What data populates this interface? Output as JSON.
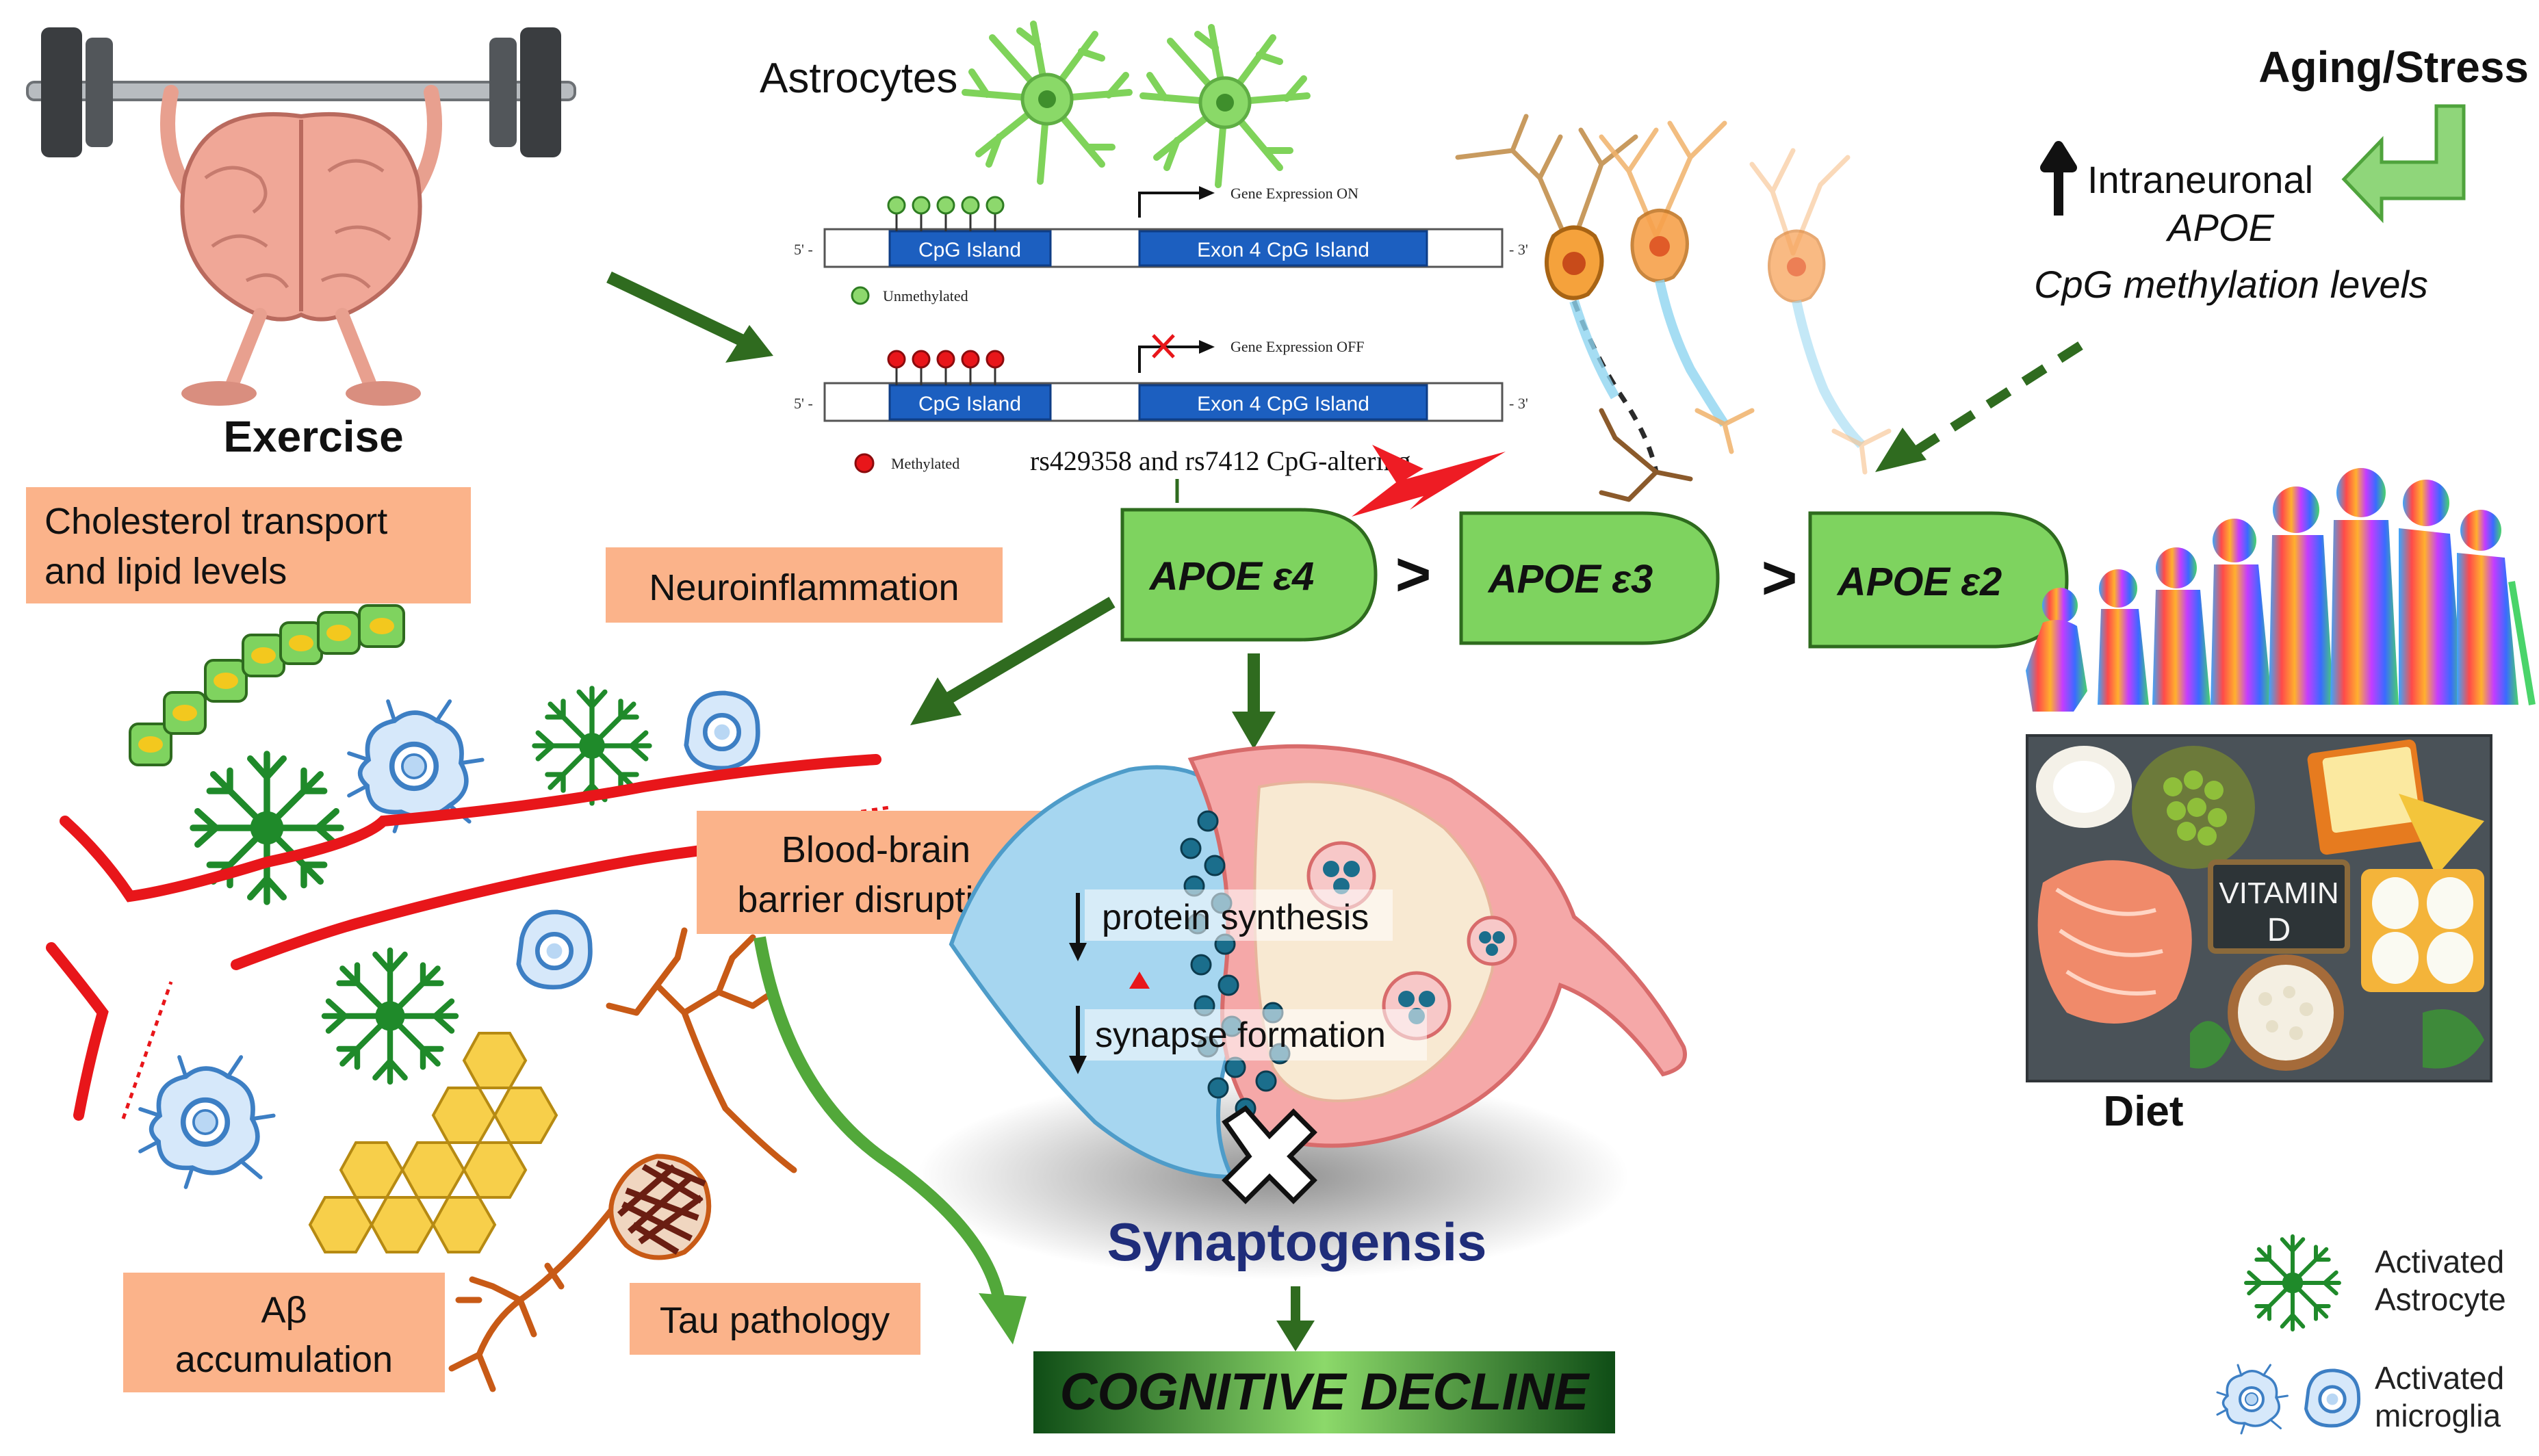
{
  "labels": {
    "exercise": "Exercise",
    "astrocytes": "Astrocytes",
    "aging_stress": "Aging/Stress",
    "intraneuronal_line1": "Intraneuronal",
    "intraneuronal_line2": "APOE",
    "intraneuronal_line3": "CpG methylation levels",
    "gene_on": "Gene Expression ON",
    "gene_off": "Gene Expression OFF",
    "cpg_island": "CpG Island",
    "exon4": "Exon 4 CpG Island",
    "five_prime": "5' -",
    "three_prime": "- 3'",
    "unmethylated": "Unmethylated",
    "methylated": "Methylated",
    "rs_text": "rs429358 and rs7412 CpG-altering",
    "cholesterol_line1": "Cholesterol transport",
    "cholesterol_line2": "and lipid levels",
    "neuroinflammation": "Neuroinflammation",
    "apoe4": "APOE ε4",
    "apoe3": "APOE ε3",
    "apoe2": "APOE ε2",
    "gt1": ">",
    "gt2": ">",
    "bbb_line1": "Blood-brain",
    "bbb_line2": "barrier disruption",
    "protein_synthesis": "protein synthesis",
    "synapse_formation": "synapse formation",
    "abeta_line1": "Aβ",
    "abeta_line2": "accumulation",
    "tau": "Tau pathology",
    "synaptogenesis": "Synaptogensis",
    "cognitive_decline": "COGNITIVE DECLINE",
    "diet": "Diet",
    "vitamin": "VITAMIN",
    "vitamin_d": "D",
    "legend_astro_line1": "Activated",
    "legend_astro_line2": "Astrocyte",
    "legend_micro_line1": "Activated",
    "legend_micro_line2": "microglia"
  },
  "colors": {
    "dark_green": "#2f6b1f",
    "apoe_green": "#7ed35f",
    "salmon": "#fbb38a",
    "navy": "#1f2d7a",
    "red": "#e8161a",
    "astro_green": "#1f8a2a",
    "micro_blue": "#3d7fc4",
    "cpg_blue": "#1c5fc0"
  }
}
